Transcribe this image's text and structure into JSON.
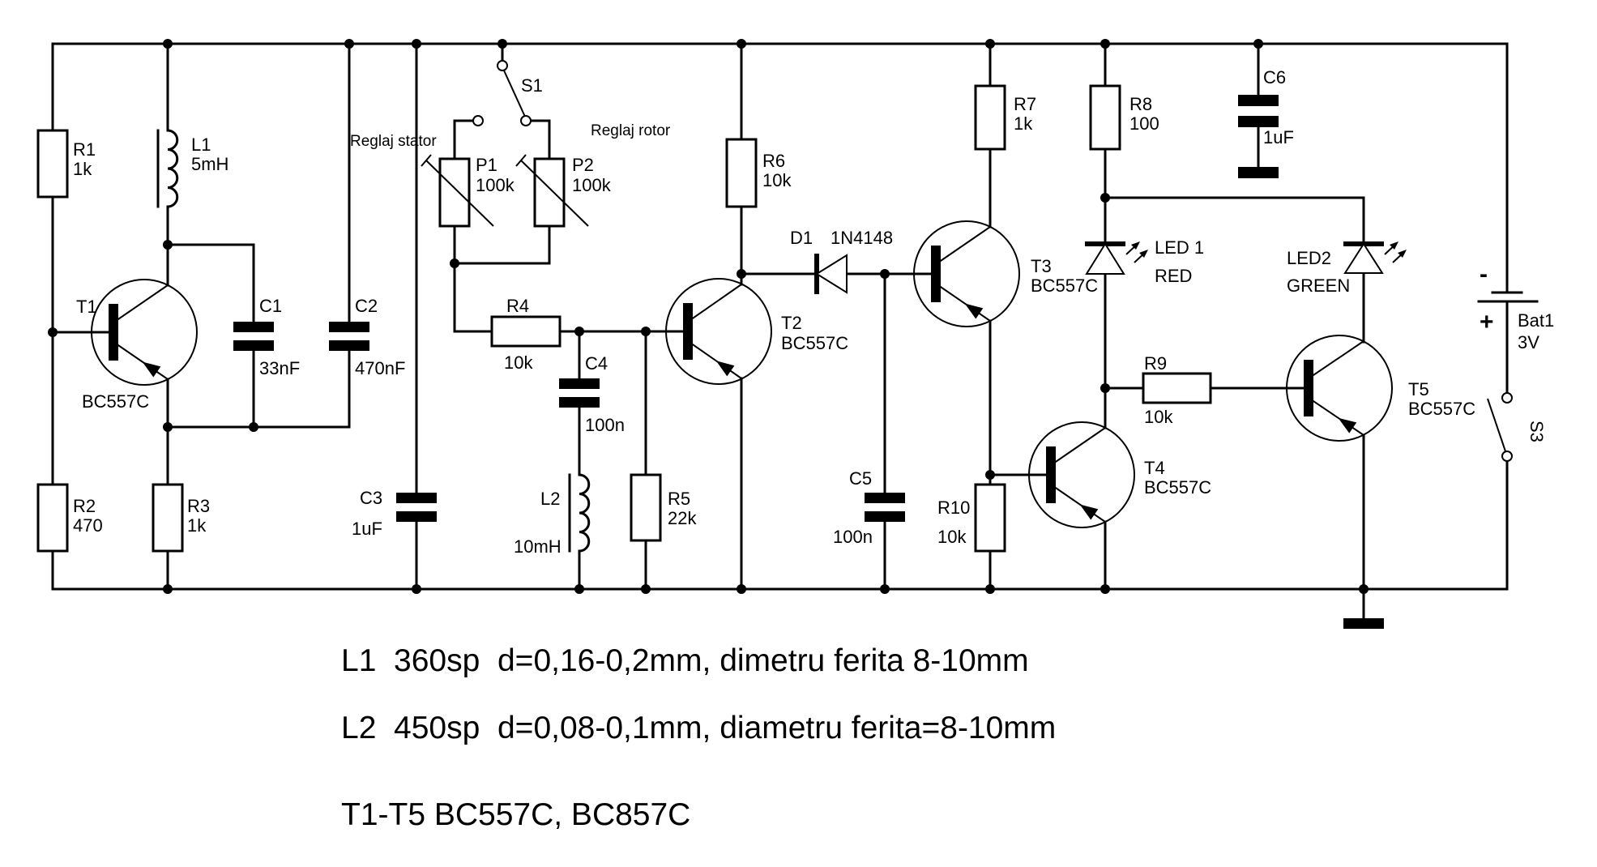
{
  "title": "Electronic schematic: oscillator with stator/rotor adjustment and LED indicators",
  "components": {
    "R1": {
      "name": "R1",
      "value": "1k"
    },
    "R2": {
      "name": "R2",
      "value": "470"
    },
    "R3": {
      "name": "R3",
      "value": "1k"
    },
    "R4": {
      "name": "R4",
      "value": "10k"
    },
    "R5": {
      "name": "R5",
      "value": "22k"
    },
    "R6": {
      "name": "R6",
      "value": "10k"
    },
    "R7": {
      "name": "R7",
      "value": "1k"
    },
    "R8": {
      "name": "R8",
      "value": "100"
    },
    "R9": {
      "name": "R9",
      "value": "10k"
    },
    "R10": {
      "name": "R10",
      "value": "10k"
    },
    "L1": {
      "name": "L1",
      "value": "5mH"
    },
    "L2": {
      "name": "L2",
      "value": "10mH"
    },
    "C1": {
      "name": "C1",
      "value": "33nF"
    },
    "C2": {
      "name": "C2",
      "value": "470nF"
    },
    "C3": {
      "name": "C3",
      "value": "1uF"
    },
    "C4": {
      "name": "C4",
      "value": "100n"
    },
    "C5": {
      "name": "C5",
      "value": "100n"
    },
    "C6": {
      "name": "C6",
      "value": "1uF"
    },
    "P1": {
      "name": "P1",
      "value": "100k"
    },
    "P2": {
      "name": "P2",
      "value": "100k"
    },
    "T1": {
      "name": "T1",
      "value": "BC557C"
    },
    "T2": {
      "name": "T2",
      "value": "BC557C"
    },
    "T3": {
      "name": "T3",
      "value": "BC557C"
    },
    "T4": {
      "name": "T4",
      "value": "BC557C"
    },
    "T5": {
      "name": "T5",
      "value": "BC557C"
    },
    "D1": {
      "name": "D1",
      "value": "1N4148"
    },
    "LED1": {
      "name": "LED 1",
      "value": "RED"
    },
    "LED2": {
      "name": "LED2",
      "value": "GREEN"
    },
    "S1": {
      "name": "S1"
    },
    "S3": {
      "name": "S3"
    },
    "Bat1": {
      "name": "Bat1",
      "value": "3V",
      "minus": "-",
      "plus": "+"
    }
  },
  "annotations": {
    "reglaj_stator": "Reglaj stator",
    "reglaj_rotor": "Reglaj rotor"
  },
  "notes": [
    "L1  360sp  d=0,16-0,2mm, dimetru ferita 8-10mm",
    "L2  450sp  d=0,08-0,1mm, diametru ferita=8-10mm",
    "T1-T5 BC557C, BC857C"
  ]
}
